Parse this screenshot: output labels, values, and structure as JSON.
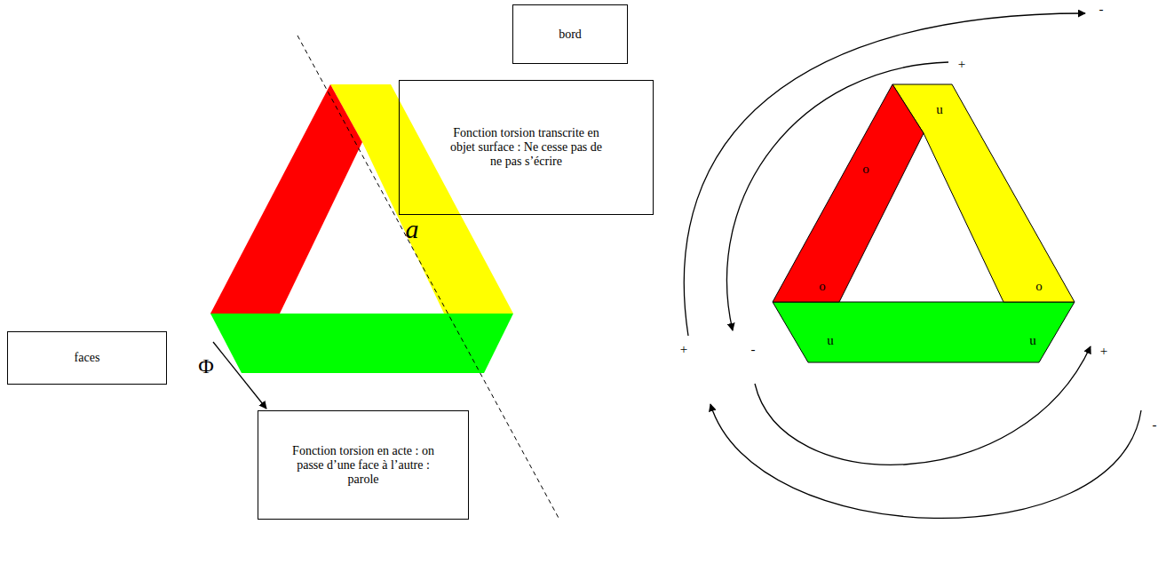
{
  "diagram": {
    "nodes": [
      {
        "text": [
          "bord"
        ]
      },
      {
        "text": [
          "Fonction torsion transcrite en objet surface : Ne cesse pas de ne pas s’écrire"
        ]
      },
      {
        "text": [
          "faces"
        ]
      },
      {
        "text": [
          "Fonction torsion en acte : on passe d’une face à l’autre : parole"
        ]
      }
    ],
    "edges": [],
    "labels": [
      "a",
      "Φ",
      "u",
      "o",
      "o",
      "o",
      "u",
      "u",
      "-",
      "+",
      "+",
      "-",
      "+",
      "-"
    ]
  }
}
